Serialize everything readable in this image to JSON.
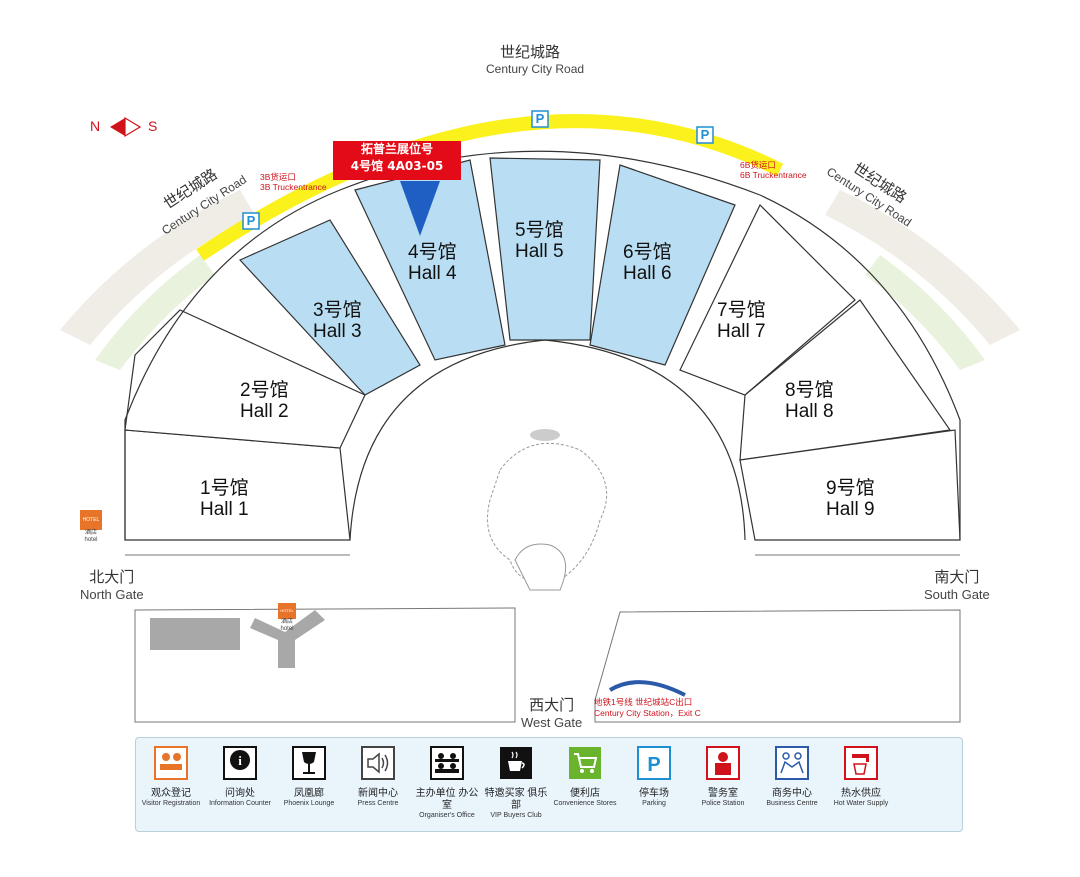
{
  "roads": {
    "top": {
      "cn": "世纪城路",
      "en": "Century City Road"
    },
    "left": {
      "cn": "世纪城路",
      "en": "Century City Road"
    },
    "right": {
      "cn": "世纪城路",
      "en": "Century City Road"
    }
  },
  "compass": {
    "n": "N",
    "s": "S"
  },
  "truck_entrances": {
    "left": {
      "cn": "3B货运口",
      "en": "3B Truckentrance"
    },
    "right": {
      "cn": "6B货运口",
      "en": "6B Truckentrance"
    }
  },
  "booth": {
    "line1": "拓普兰展位号",
    "line2": "4号馆  4A03-05"
  },
  "halls": [
    {
      "cn": "1号馆",
      "en": "Hall 1",
      "highlight": false
    },
    {
      "cn": "2号馆",
      "en": "Hall 2",
      "highlight": false
    },
    {
      "cn": "3号馆",
      "en": "Hall 3",
      "highlight": true
    },
    {
      "cn": "4号馆",
      "en": "Hall 4",
      "highlight": true
    },
    {
      "cn": "5号馆",
      "en": "Hall 5",
      "highlight": true
    },
    {
      "cn": "6号馆",
      "en": "Hall 6",
      "highlight": true
    },
    {
      "cn": "7号馆",
      "en": "Hall 7",
      "highlight": false
    },
    {
      "cn": "8号馆",
      "en": "Hall 8",
      "highlight": false
    },
    {
      "cn": "9号馆",
      "en": "Hall 9",
      "highlight": false
    }
  ],
  "gates": {
    "north": {
      "cn": "北大门",
      "en": "North Gate"
    },
    "south": {
      "cn": "南大门",
      "en": "South Gate"
    },
    "west": {
      "cn": "西大门",
      "en": "West Gate"
    }
  },
  "hotels": [
    {
      "cn": "酒店",
      "en": "hotel",
      "badge": "HOTEL"
    },
    {
      "cn": "酒店",
      "en": "hotel",
      "badge": "HOTEL"
    }
  ],
  "metro": {
    "line1": "地铁1号线  世纪城站C出口",
    "line2": "Century City Station，Exit C"
  },
  "parking_label": "P",
  "legend": [
    {
      "icon": "visitor-registration-icon",
      "cn": "观众登记",
      "en": "Visitor Registration",
      "color": "#e8742a"
    },
    {
      "icon": "information-icon",
      "cn": "问询处",
      "en": "Information Counter",
      "color": "#111111",
      "badge": "Information"
    },
    {
      "icon": "wine-glass-icon",
      "cn": "凤凰廊",
      "en": "Phoenix Lounge",
      "color": "#111111"
    },
    {
      "icon": "speaker-icon",
      "cn": "新闻中心",
      "en": "Press Centre",
      "color": "#444444"
    },
    {
      "icon": "organiser-office-icon",
      "cn": "主办单位 办公室",
      "en": "Organiser's Office",
      "color": "#111111"
    },
    {
      "icon": "coffee-cup-icon",
      "cn": "特邀买家 俱乐部",
      "en": "VIP Buyers Club",
      "color": "#111111"
    },
    {
      "icon": "shopping-cart-icon",
      "cn": "便利店",
      "en": "Convenience Stores",
      "color": "#6ab42d"
    },
    {
      "icon": "parking-icon",
      "cn": "停车场",
      "en": "Parking",
      "color": "#1f8fd4"
    },
    {
      "icon": "police-icon",
      "cn": "警务室",
      "en": "Police Station",
      "color": "#d0121b"
    },
    {
      "icon": "handshake-icon",
      "cn": "商务中心",
      "en": "Business Centre",
      "color": "#2a5aa8"
    },
    {
      "icon": "hot-water-icon",
      "cn": "热水供应",
      "en": "Hot Water Supply",
      "color": "#d0121b"
    }
  ],
  "colors": {
    "highlight_hall": "#b9def3",
    "road": "#fbf11c",
    "accent_red": "#e30b17",
    "parking_blue": "#1f8fd4",
    "arrow_blue": "#1f5fc4"
  }
}
